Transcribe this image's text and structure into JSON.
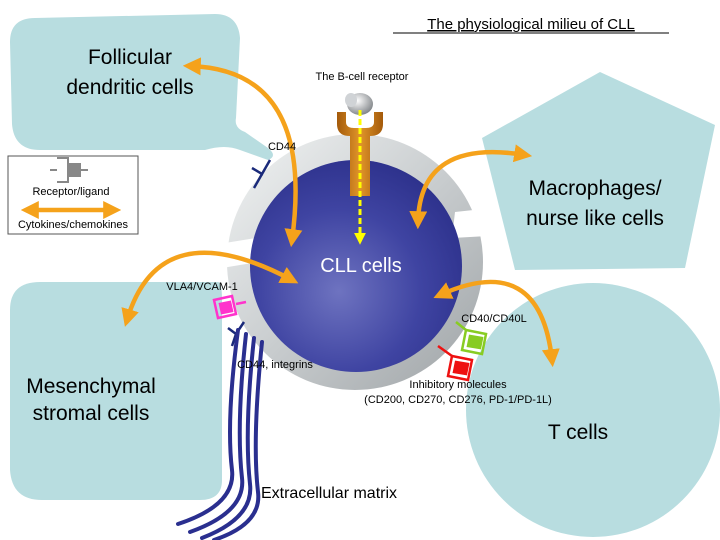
{
  "title": "The physiological milieu of CLL",
  "cells": {
    "fdc_line1": "Follicular",
    "fdc_line2": "dendritic cells",
    "macro_line1": "Macrophages/",
    "macro_line2": "nurse like cells",
    "center": "CLL cells",
    "msc_line1": "Mesenchymal",
    "msc_line2": "stromal cells",
    "tcells": "T cells"
  },
  "labels": {
    "bcr": "The B-cell receptor",
    "cd44": "CD44",
    "vla4": "VLA4/VCAM-1",
    "cd44_integrins": "CD44, integrins",
    "cd40": "CD40/CD40L",
    "inhib_line1": "Inhibitory molecules",
    "inhib_line2": "(CD200, CD270, CD276, PD-1/PD-1L)",
    "ecm": "Extracellular matrix"
  },
  "legend": {
    "receptor": "Receptor/ligand",
    "cytokines": "Cytokines/chemokines"
  },
  "colors": {
    "shape_fill": "#b8dde0",
    "cll_cell": "#3a3f9a",
    "arrow": "#f5a21b",
    "matrix": "#2a2f8f",
    "bcr_yellow": "#ffff00",
    "pink": "#ff33cc",
    "green": "#88cc22",
    "red": "#ee1111",
    "navy": "#1a2a7a"
  }
}
